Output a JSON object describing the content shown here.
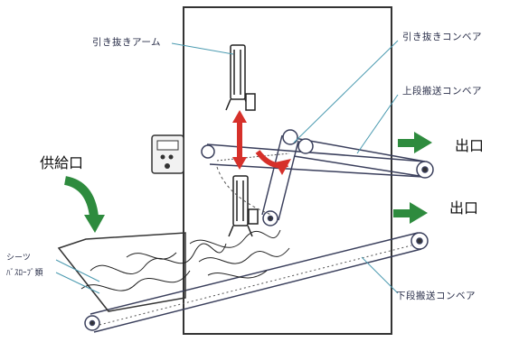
{
  "labels": {
    "pull_arm": "引き抜きアーム",
    "pull_conveyor": "引き抜きコンベア",
    "upper_conveyor": "上段搬送コンベア",
    "lower_conveyor": "下段搬送コンベア",
    "supply_port": "供給口",
    "outlet_upper": "出口",
    "outlet_lower": "出口",
    "sheet": "シーツ",
    "bathrobe": "ﾊﾞｽﾛｰﾌﾞ類"
  },
  "colors": {
    "line": "#3a3f5c",
    "leader": "#4a9ab0",
    "arrow_green": "#2e8b3e",
    "arrow_red": "#d6302a",
    "panel_stroke": "#333333"
  },
  "icons": {
    "control_panel": "control-panel-icon",
    "outlet_arrow": "green-arrow-icon",
    "supply_arrow": "curved-green-arrow-icon",
    "lift_arrow": "red-double-arrow-icon",
    "rotate_arrow": "red-curved-arrow-icon"
  }
}
